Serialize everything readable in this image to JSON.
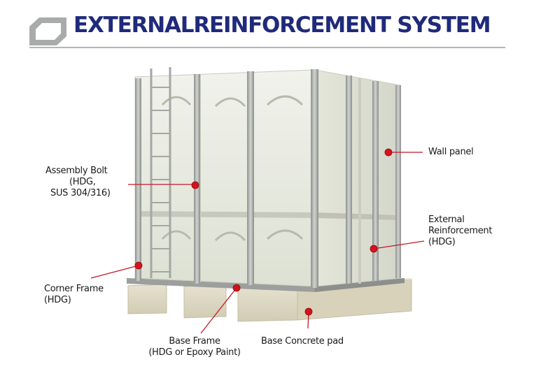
{
  "header": {
    "title": "EXTERNALREINFORCEMENT SYSTEM",
    "accent_color": "#1f2a7a",
    "icon": "parallelogram-icon"
  },
  "labels": {
    "assembly_bolt": [
      "Assembly Bolt",
      "(HDG,",
      "SUS 304/316)"
    ],
    "wall_panel": [
      "Wall panel"
    ],
    "external_reinforcement": [
      "External",
      "Reinforcement",
      "(HDG)"
    ],
    "corner_frame": [
      "Corner Frame",
      "(HDG)"
    ],
    "base_frame": [
      "Base Frame",
      "(HDG or Epoxy Paint)"
    ],
    "base_concrete_pad": [
      "Base Concrete pad"
    ]
  },
  "colors": {
    "marker": "#d6121c",
    "leader": "#c2182a",
    "panel": "#e9ecdf",
    "frame": "#b3b6b3",
    "concrete": "#ddd8c4"
  }
}
